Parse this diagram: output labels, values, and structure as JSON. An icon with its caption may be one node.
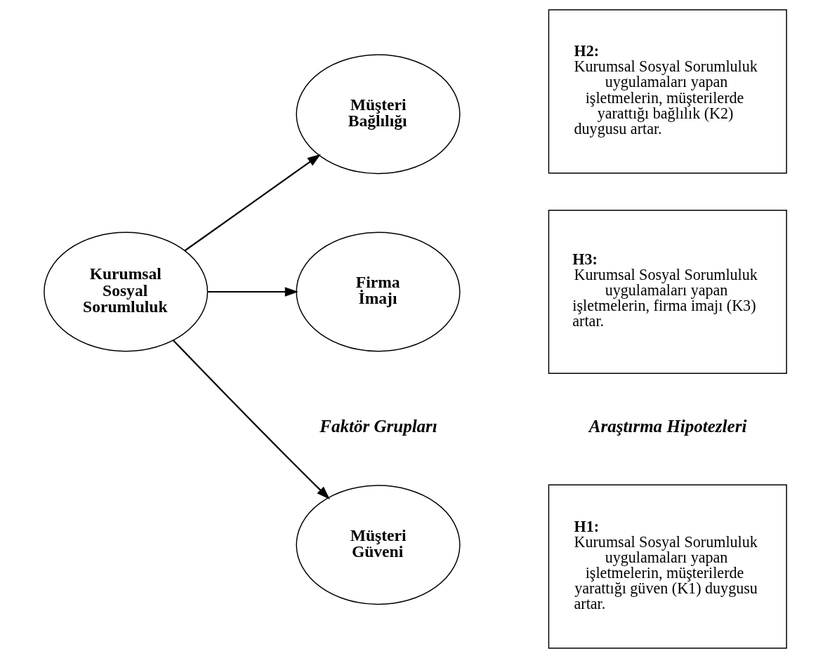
{
  "diagram": {
    "nodes": [
      {
        "text": [
          "Kurumsal Sosyal Sorumluluk"
        ]
      },
      {
        "text": [
          "Müşteri Güveni"
        ]
      },
      {
        "text": [
          "Müşteri Bağlılığı"
        ]
      },
      {
        "text": [
          "Firma İmajı"
        ]
      },
      {
        "text": [
          "H1:",
          "Kurumsal Sosyal Sorumluluk uygulamaları yapan işletmelerin, müşterilerde yarattığı güven (K1) duygusu artar."
        ]
      },
      {
        "text": [
          "H2:",
          "Kurumsal Sosyal Sorumluluk uygulamaları yapan işletmelerin, müşterilerde yarattığı bağlılık (K2) duygusu artar."
        ]
      },
      {
        "text": [
          "H3:",
          "Kurumsal Sosyal Sorumluluk uygulamaları yapan işletmelerin, firma imajı (K3) artar."
        ]
      }
    ],
    "edges": [
      {
        "from": 0,
        "to": 1,
        "arrow": "to"
      },
      {
        "from": 0,
        "to": 2,
        "arrow": "to"
      },
      {
        "from": 0,
        "to": 3,
        "arrow": "to"
      }
    ],
    "labels": [
      "Faktör Grupları",
      "Araştırma Hipotezleri"
    ]
  }
}
